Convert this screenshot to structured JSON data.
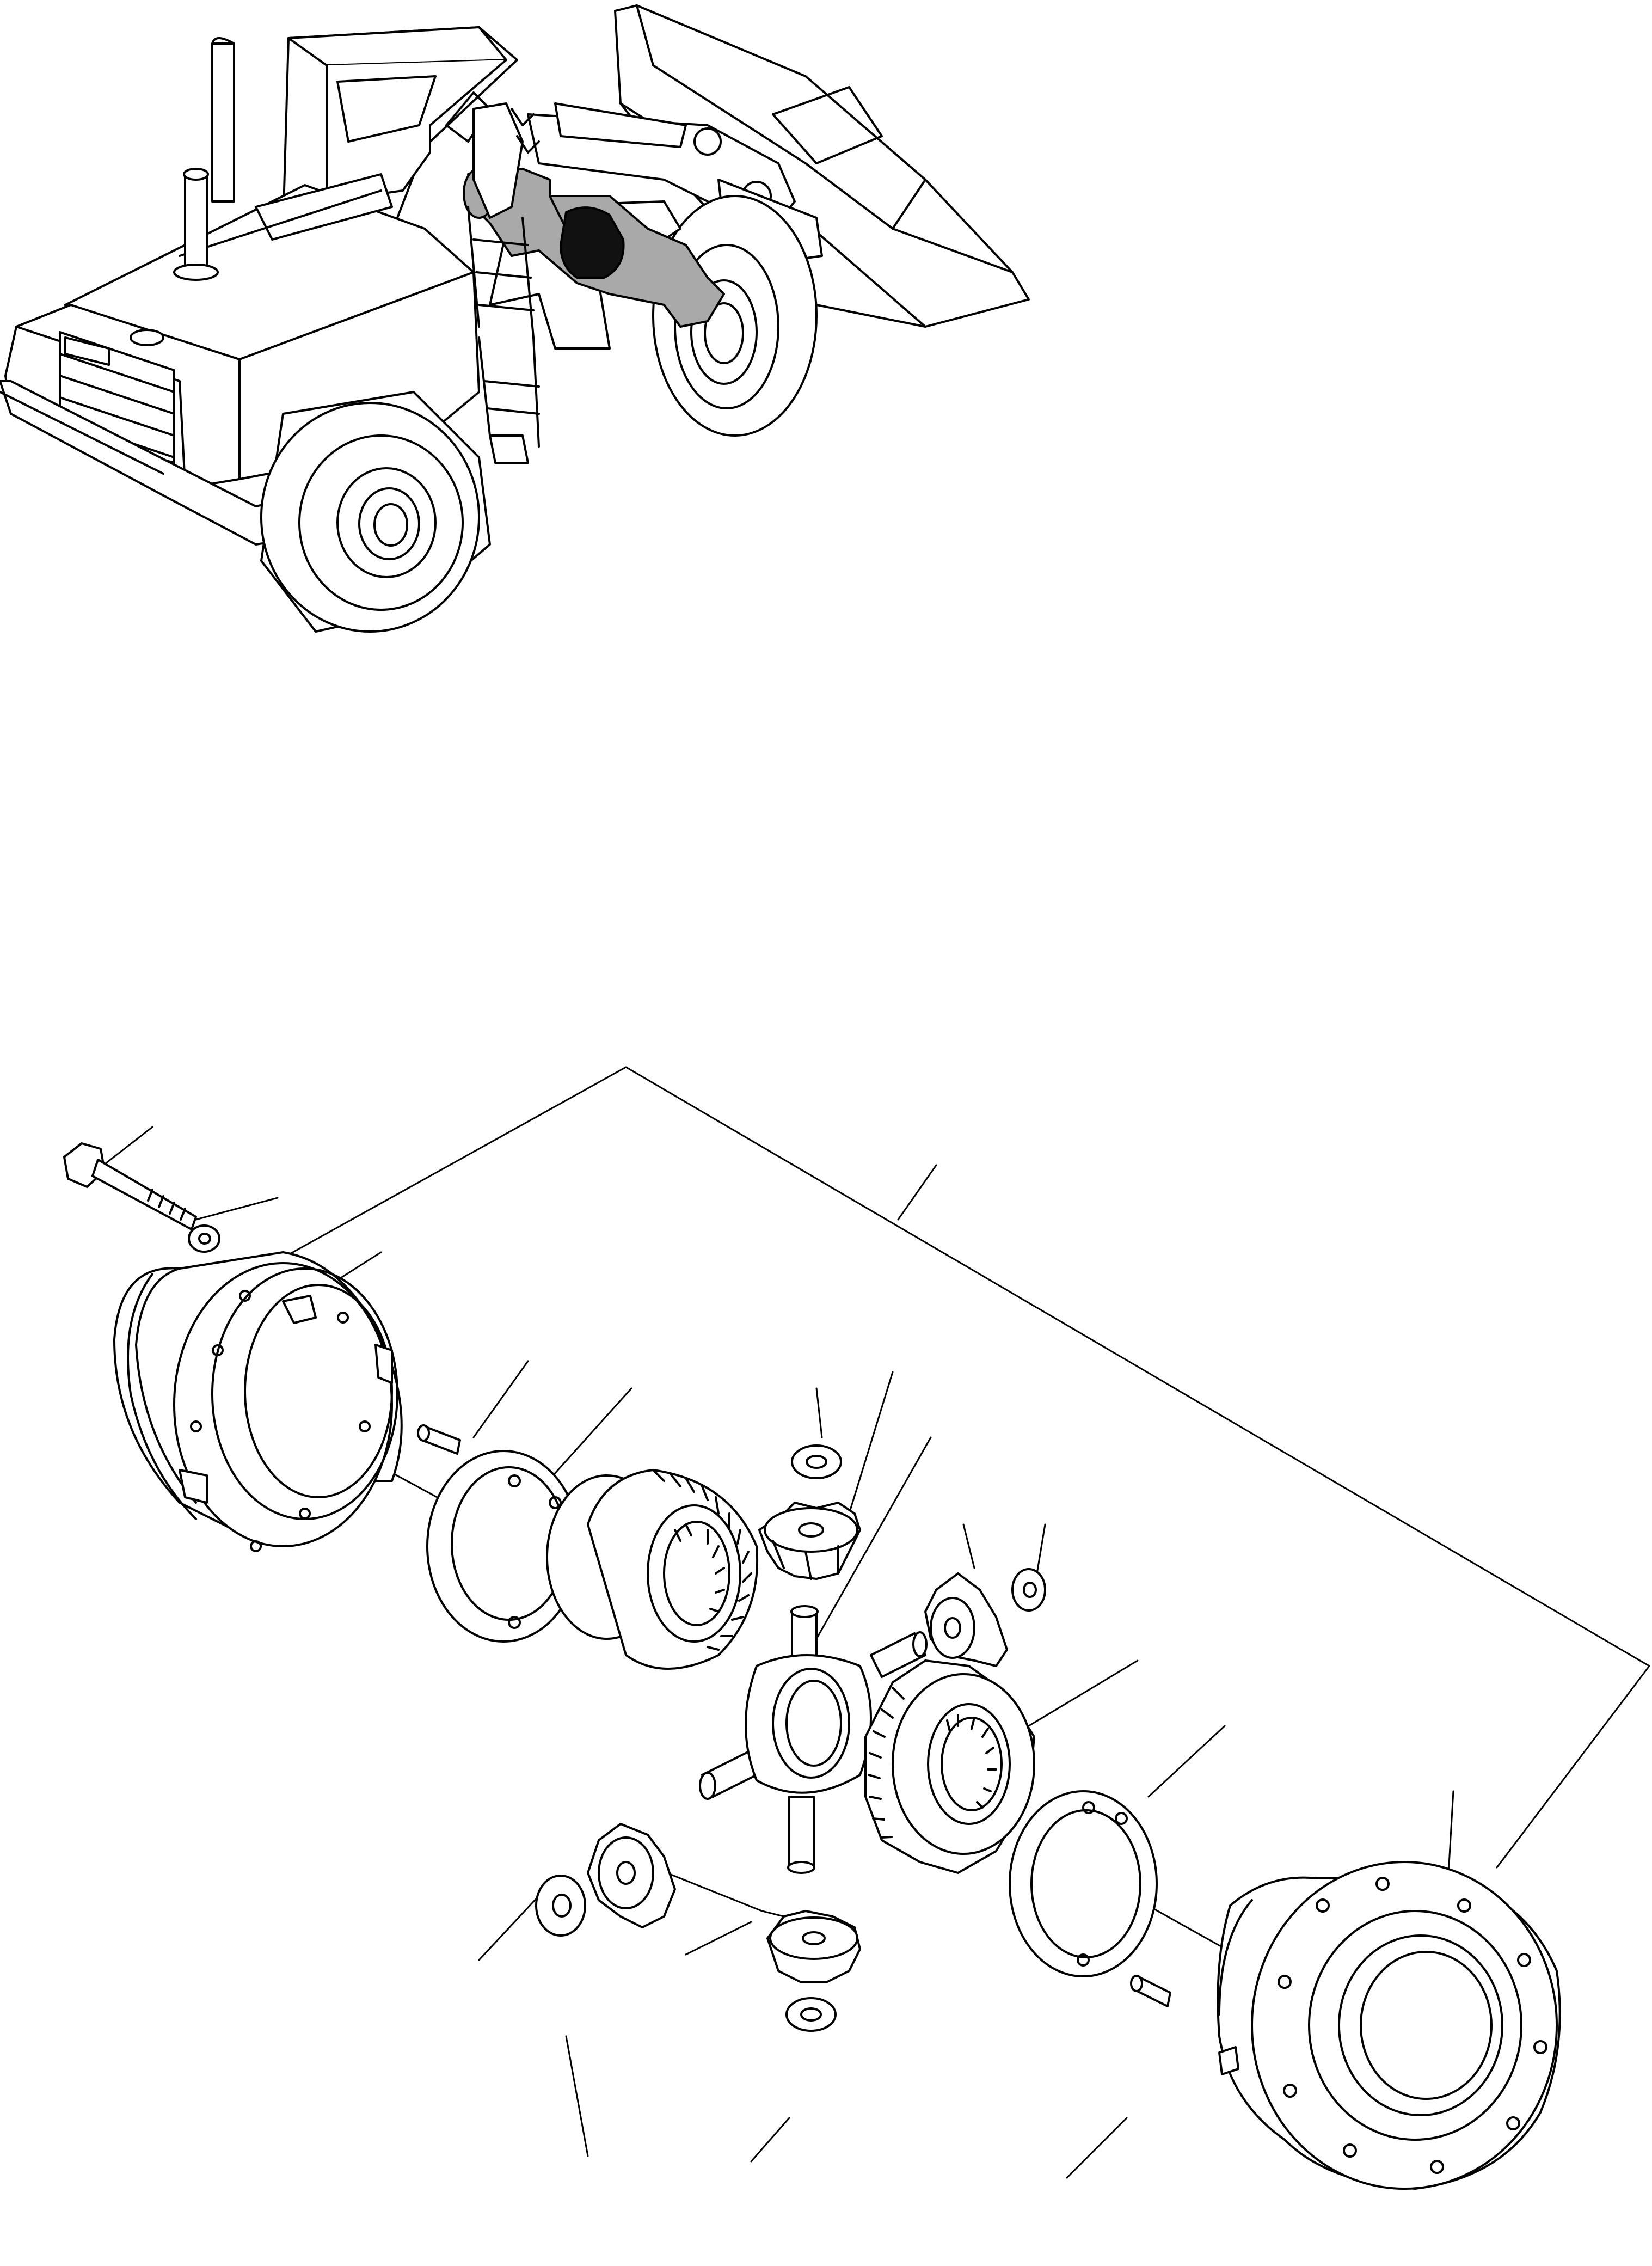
{
  "diagram": {
    "description_visible_text": "",
    "colors": {
      "line": "#000000",
      "background": "#ffffff",
      "highlight_axle": "#a9a9a9",
      "highlight_differential": "#111111"
    },
    "views": [
      {
        "name": "machine-location-view",
        "icon": "wheel-loader"
      },
      {
        "name": "differential-exploded-view",
        "icon": "differential-assembly"
      }
    ],
    "parts_count": 17
  }
}
